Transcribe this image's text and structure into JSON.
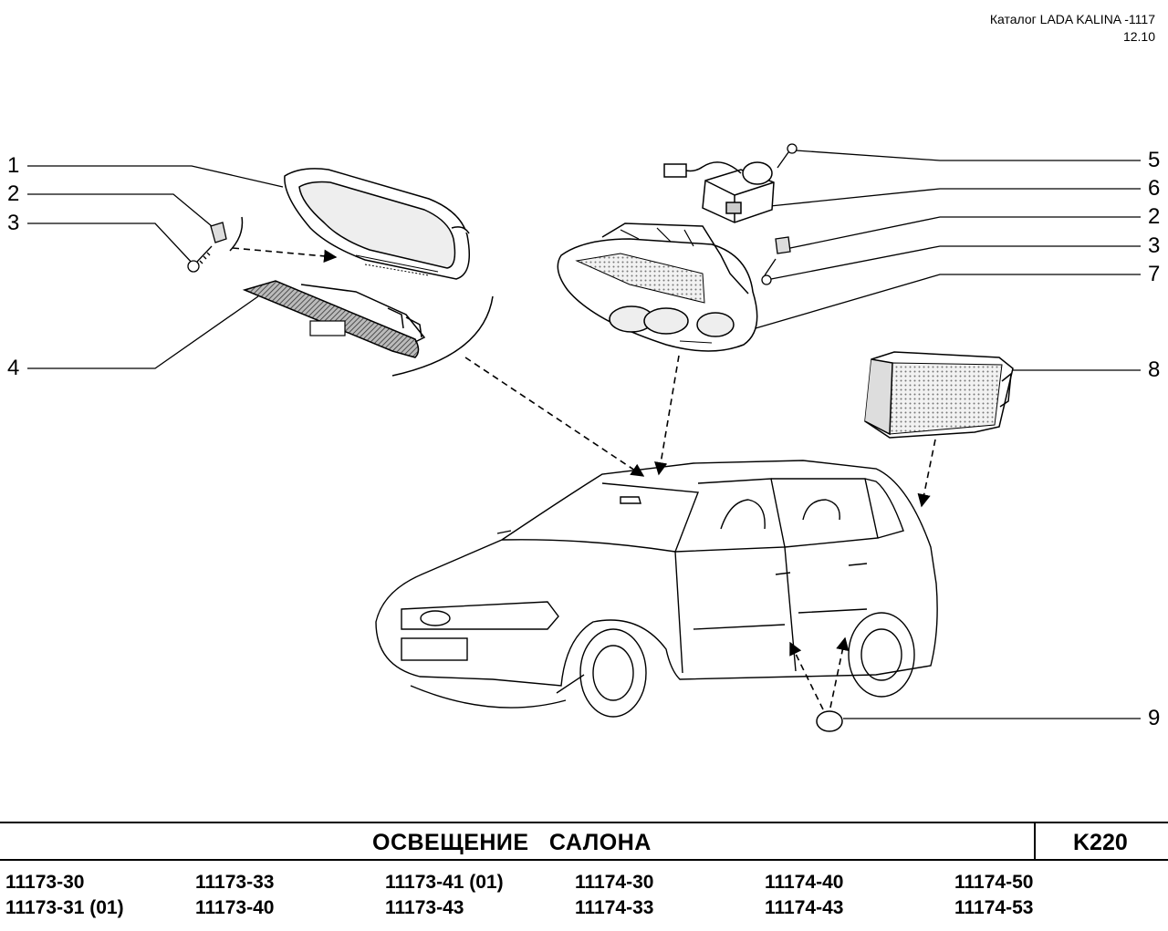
{
  "header": {
    "catalog": "Каталог LADA KALINA -1117",
    "date": "12.10"
  },
  "callouts_left": [
    "1",
    "2",
    "3",
    "4"
  ],
  "callouts_right": [
    "5",
    "6",
    "2",
    "3",
    "7",
    "8",
    "9"
  ],
  "title": {
    "text": "ОСВЕЩЕНИЕ   САЛОНА",
    "code": "K220"
  },
  "models": [
    [
      "11173-30",
      "11173-31 (01)"
    ],
    [
      "11173-33",
      "11173-40"
    ],
    [
      "11173-41 (01)",
      "11173-43"
    ],
    [
      "11174-30",
      "11174-33"
    ],
    [
      "11174-40",
      "11174-43"
    ],
    [
      "11174-50",
      "11174-53"
    ]
  ]
}
